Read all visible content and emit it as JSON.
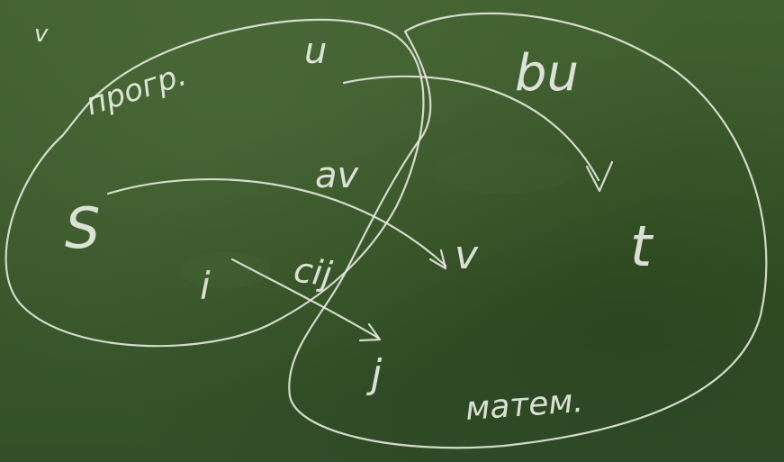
{
  "board": {
    "labels": {
      "set_prog": "прогр.",
      "set_mat": "матем.",
      "node_s": "S",
      "node_t": "t",
      "node_u": "u",
      "node_v": "v",
      "node_i": "i",
      "node_j": "j",
      "weight_bu": "bu",
      "weight_av": "av",
      "weight_cij": "cij",
      "corner_mark": "v"
    }
  }
}
